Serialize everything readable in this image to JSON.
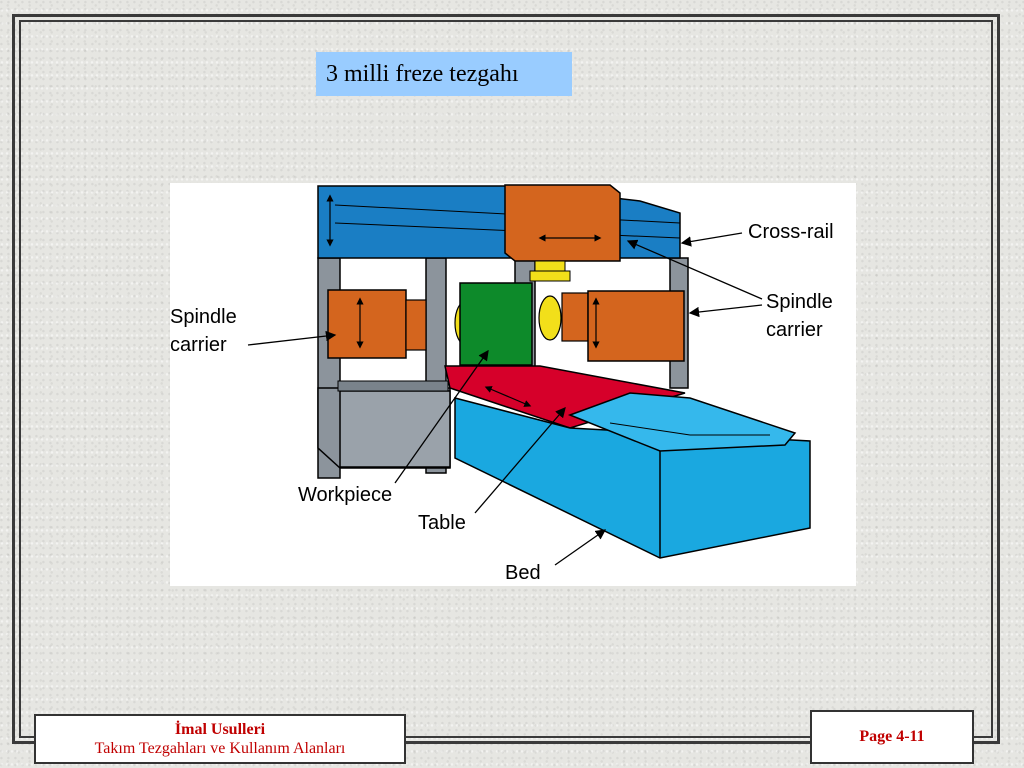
{
  "slide": {
    "title": "3 milli freze tezgahı"
  },
  "diagram": {
    "labels": {
      "cross_rail": "Cross-rail",
      "spindle_carrier_right_1": "Spindle",
      "spindle_carrier_right_2": "carrier",
      "spindle_carrier_left_1": "Spindle",
      "spindle_carrier_left_2": "carrier",
      "workpiece": "Workpiece",
      "table": "Table",
      "bed": "Bed"
    },
    "colors": {
      "frame": "#8c949c",
      "rail": "#1a7ec4",
      "carrier": "#d4651e",
      "workpiece": "#0d8a2a",
      "table": "#d6002a",
      "bed": "#1aa8e0",
      "spindle": "#f2df1a"
    }
  },
  "footer": {
    "course_title": "İmal Usulleri",
    "chapter": "Takım Tezgahları ve Kullanım Alanları",
    "page": "Page 4-11"
  }
}
